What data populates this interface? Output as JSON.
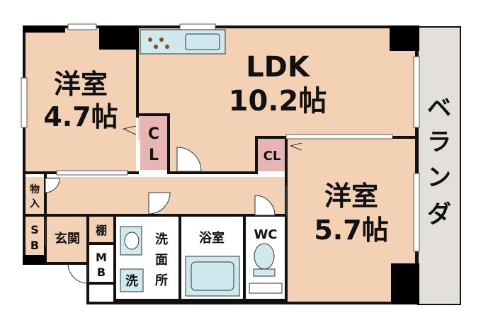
{
  "rooms": {
    "western_room_1": {
      "name": "洋室",
      "size": "4.7帖"
    },
    "ldk": {
      "name": "LDK",
      "size": "10.2帖"
    },
    "western_room_2": {
      "name": "洋室",
      "size": "5.7帖"
    },
    "closet_1": {
      "line1": "C",
      "line2": "L"
    },
    "closet_2": {
      "label": "CL"
    },
    "storage": {
      "line1": "物",
      "line2": "入"
    },
    "shoe_box": {
      "line1": "S",
      "line2": "B"
    },
    "entrance": {
      "label": "玄関"
    },
    "shelf": {
      "label": "棚"
    },
    "meter_box": {
      "line1": "M",
      "line2": "B"
    },
    "washroom": {
      "line1": "洗",
      "line2": "面",
      "line3": "所"
    },
    "washing_machine": {
      "label": "洗"
    },
    "bathroom": {
      "label": "浴室"
    },
    "toilet": {
      "label": "WC"
    },
    "veranda": {
      "c1": "ベ",
      "c2": "ラ",
      "c3": "ン",
      "c4": "ダ"
    }
  },
  "colors": {
    "room_fill": "#f3d1b5",
    "wet_fill": "#ffffff",
    "closet_fill": "#e8b5b5",
    "veranda_fill": "#e3e0dc",
    "fixture_fill": "#cfe9ef",
    "wall": "#111111",
    "pillar": "#000000"
  }
}
